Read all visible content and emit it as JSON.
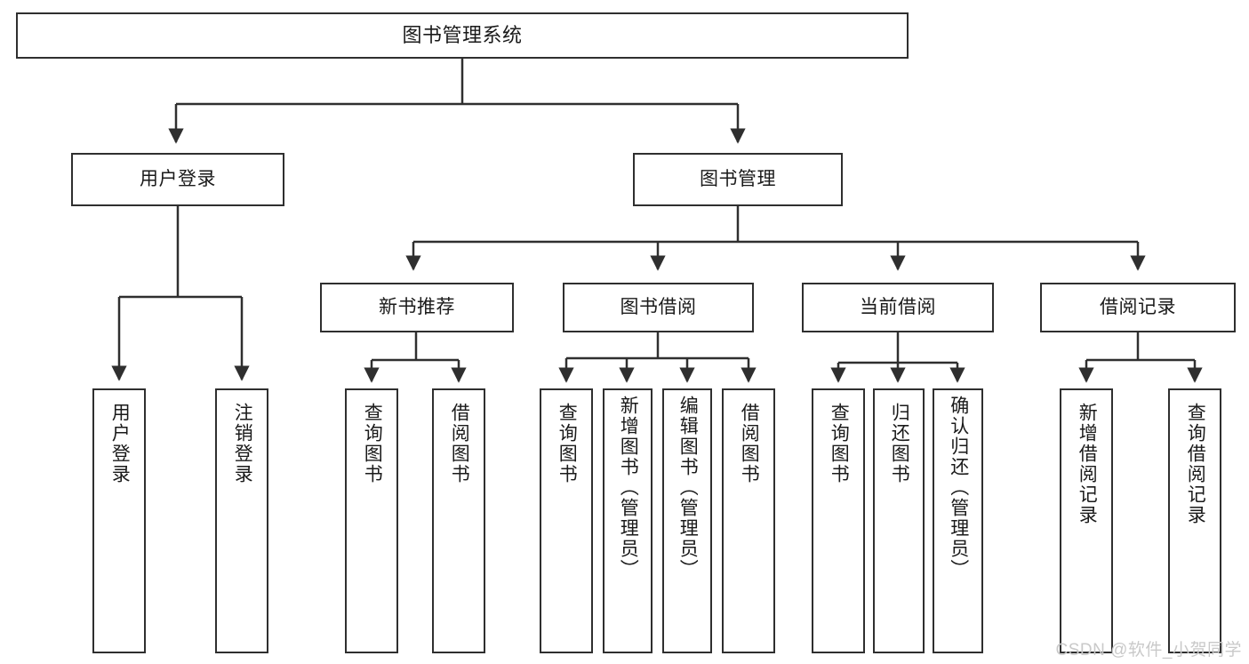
{
  "diagram": {
    "type": "tree-hierarchy-diagram",
    "title": "图书管理系统",
    "colors": {
      "stroke": "#2f2f2f",
      "fill": "#ffffff",
      "text": "#1a1a1a",
      "watermark": "#c9c9c9"
    },
    "levels": {
      "root": {
        "label": "图书管理系统"
      },
      "level2": [
        {
          "label": "用户登录"
        },
        {
          "label": "图书管理"
        }
      ],
      "level3": [
        {
          "label": "新书推荐"
        },
        {
          "label": "图书借阅"
        },
        {
          "label": "当前借阅"
        },
        {
          "label": "借阅记录"
        }
      ],
      "leaves": {
        "user_login": [
          {
            "label": "用户登录"
          },
          {
            "label": "注销登录"
          }
        ],
        "new_book_recommend": [
          {
            "label": "查询图书"
          },
          {
            "label": "借阅图书"
          }
        ],
        "book_borrow": [
          {
            "label": "查询图书"
          },
          {
            "label": "新增图书（管理员）"
          },
          {
            "label": "编辑图书（管理员）"
          },
          {
            "label": "借阅图书"
          }
        ],
        "current_borrow": [
          {
            "label": "查询图书"
          },
          {
            "label": "归还图书"
          },
          {
            "label": "确认归还（管理员）"
          }
        ],
        "borrow_record": [
          {
            "label": "新增借阅记录"
          },
          {
            "label": "查询借阅记录"
          }
        ]
      }
    }
  },
  "watermark": {
    "text": "CSDN @软件_小贺同学"
  }
}
